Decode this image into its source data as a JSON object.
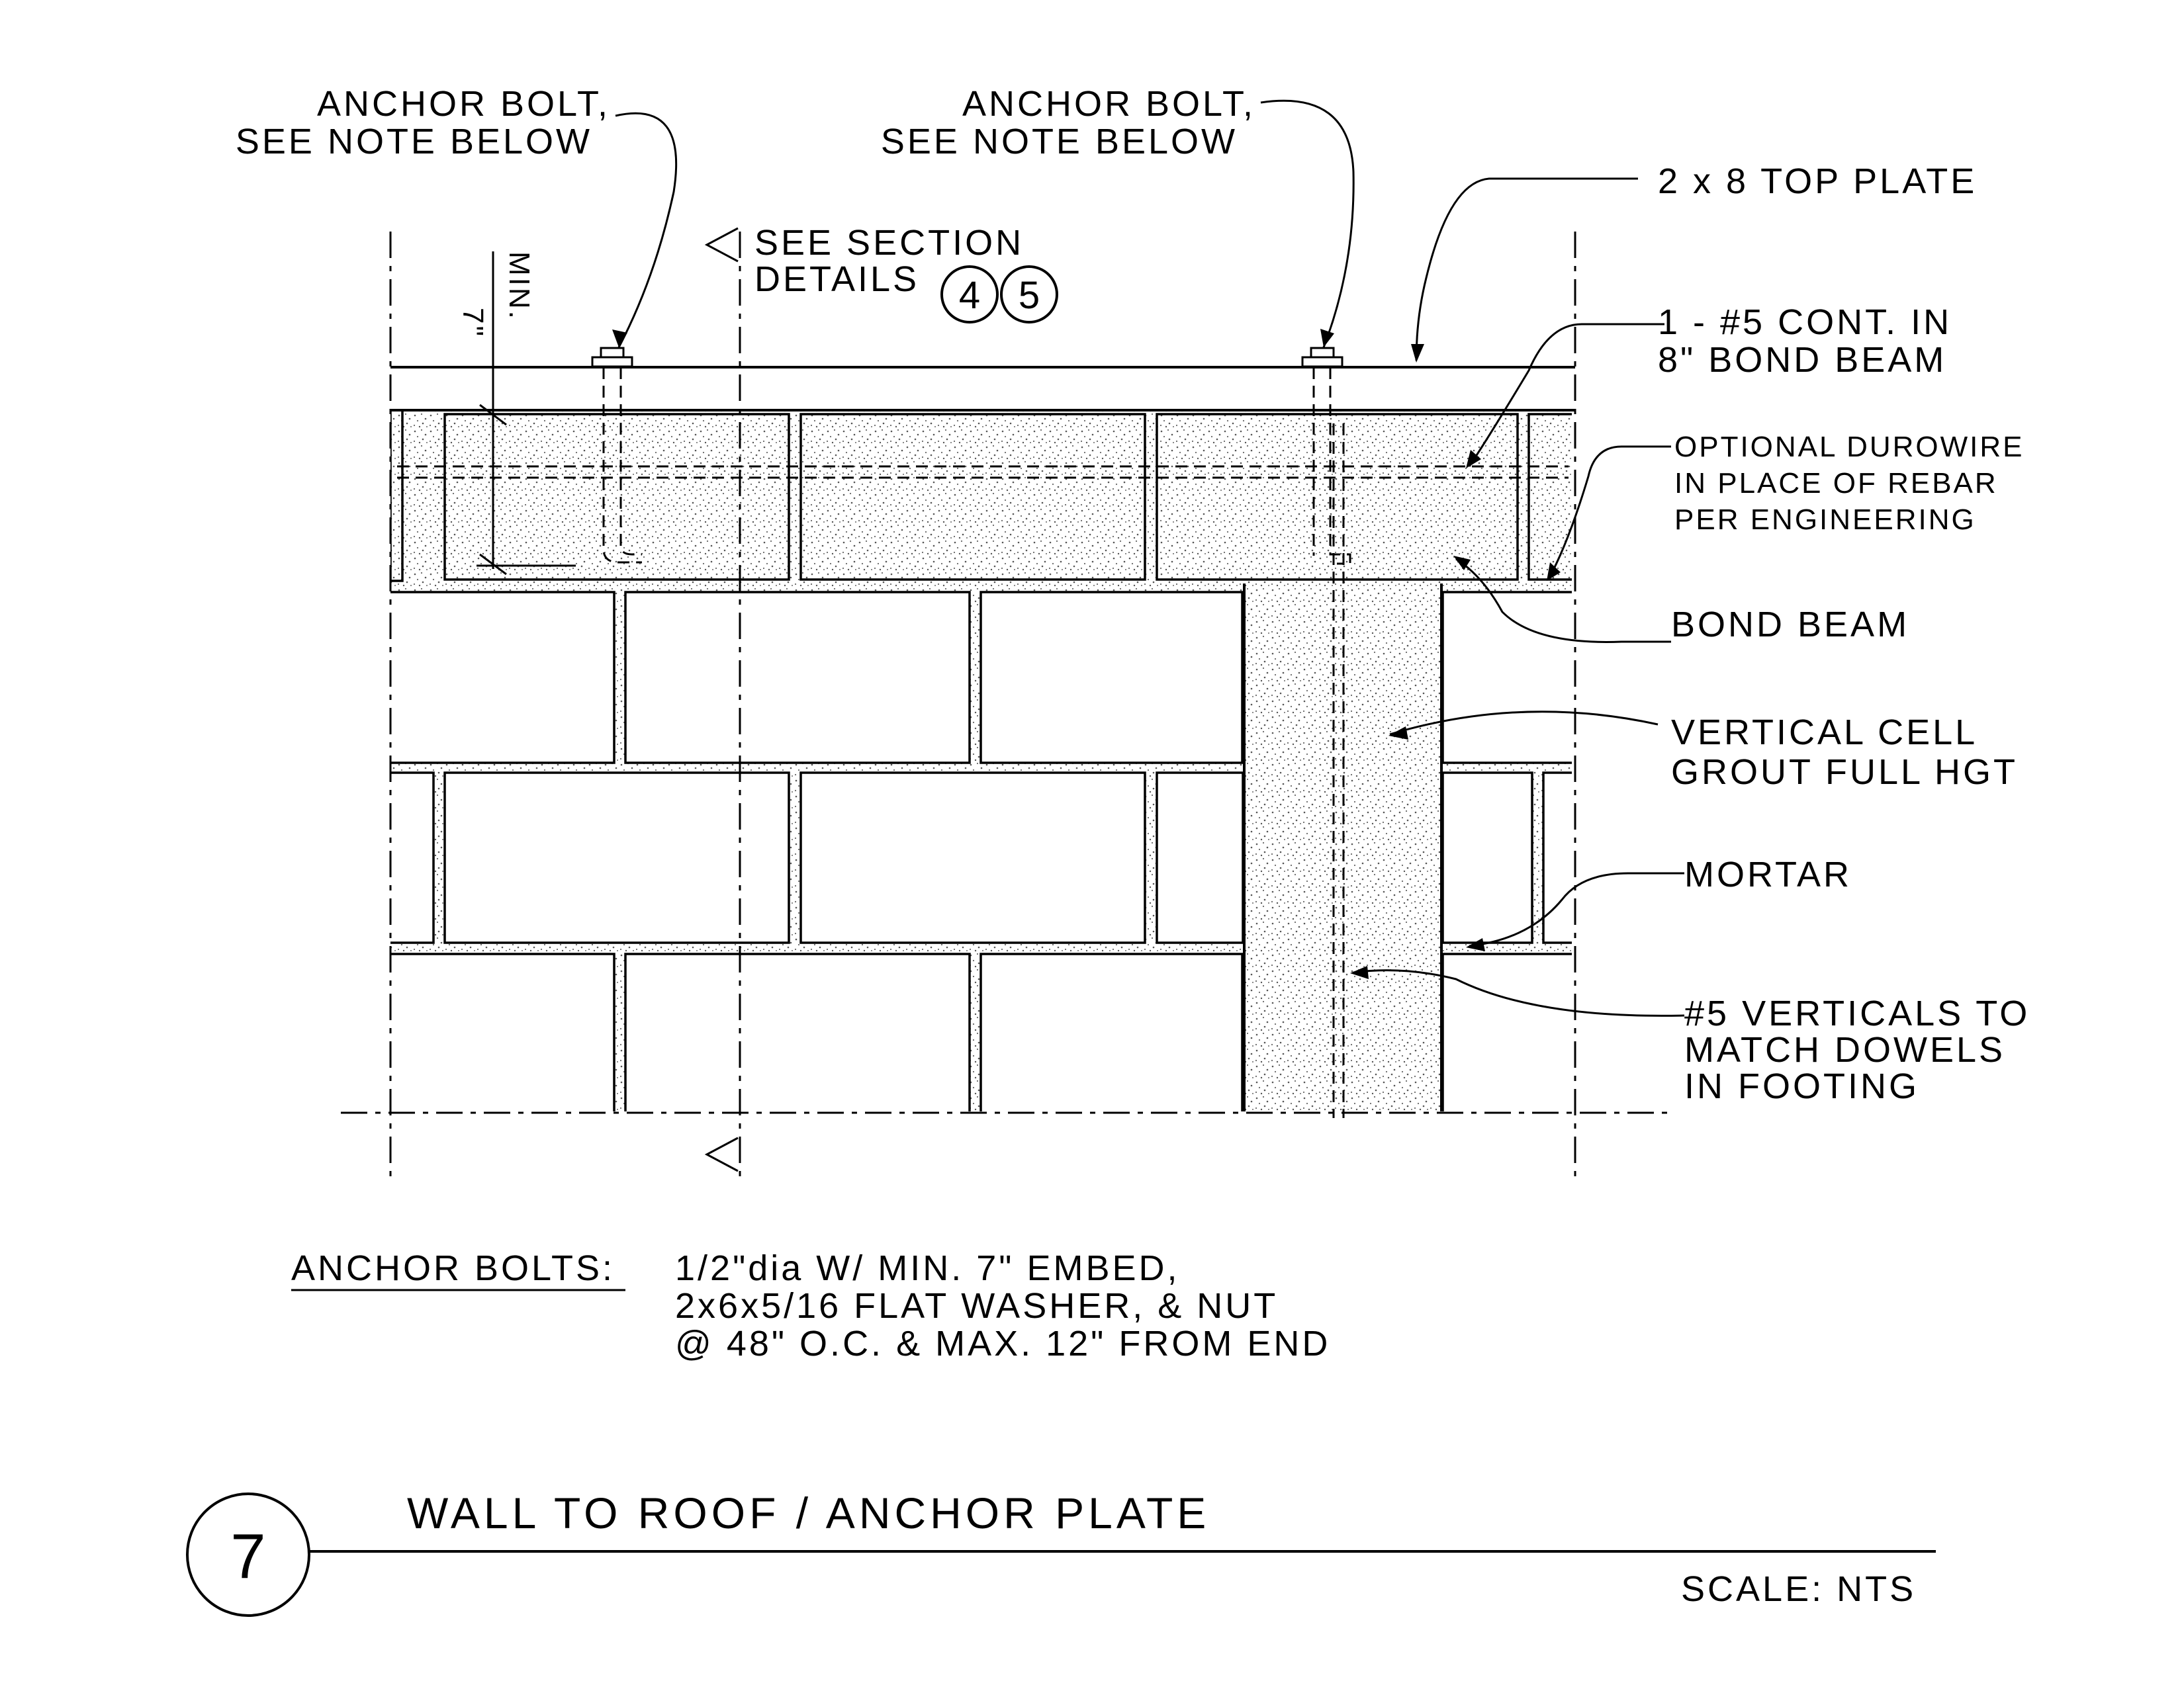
{
  "labels": {
    "anchor_bolt_1": [
      "ANCHOR BOLT,",
      "SEE NOTE BELOW"
    ],
    "anchor_bolt_2": [
      "ANCHOR BOLT,",
      "SEE NOTE BELOW"
    ],
    "top_plate": "2 x 8 TOP PLATE",
    "bond_beam_rebar": [
      "1 - #5 CONT. IN",
      "8\" BOND BEAM"
    ],
    "durowire": [
      "OPTIONAL DUROWIRE",
      "IN PLACE OF REBAR",
      "PER ENGINEERING"
    ],
    "bond_beam": "BOND BEAM",
    "vertical_cell": [
      "VERTICAL CELL",
      "GROUT FULL HGT"
    ],
    "mortar": "MORTAR",
    "verticals": [
      "#5 VERTICALS TO",
      "MATCH DOWELS",
      "IN FOOTING"
    ],
    "see_section": [
      "SEE SECTION",
      "DETAILS"
    ],
    "section_refs": [
      "4",
      "5"
    ],
    "min_dim": [
      "7\"",
      "MIN."
    ]
  },
  "notes": {
    "heading": "ANCHOR BOLTS:",
    "lines": [
      "1/2\"dia  W/ MIN. 7\" EMBED,",
      "2x6x5/16 FLAT WASHER, & NUT",
      "@ 48\" O.C. & MAX. 12\" FROM END"
    ]
  },
  "title_block": {
    "detail_number": "7",
    "title": "WALL TO ROOF / ANCHOR PLATE",
    "scale": "SCALE: NTS"
  }
}
